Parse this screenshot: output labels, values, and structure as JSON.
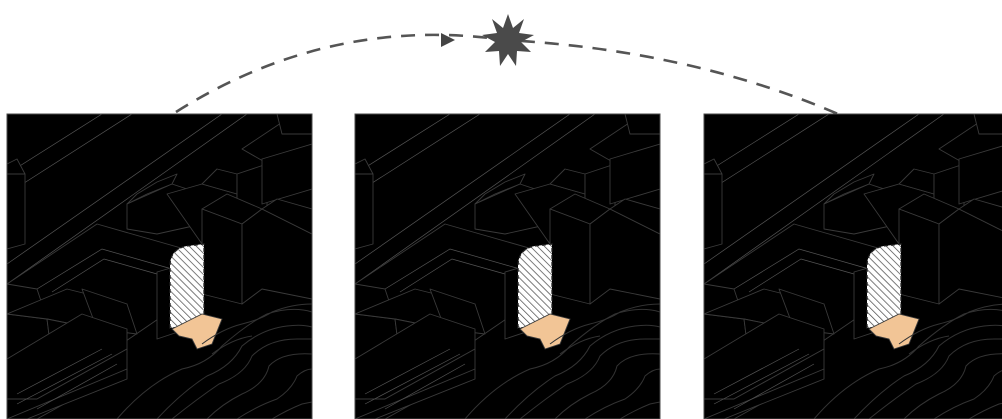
{
  "diagram": {
    "panels": [
      {
        "id": "morning",
        "light_level": 0.25
      },
      {
        "id": "noon",
        "light_level": 1.0
      },
      {
        "id": "evening",
        "light_level": 0.45
      }
    ],
    "sun_icon": "sun-icon",
    "arc_arrow_icon": "arrow-right-icon",
    "colors": {
      "site_plaza": "#f2c596",
      "sun": "#4a4a4a",
      "shadow_dark": "#c6c6c6",
      "shadow_mid": "#d4d4d4",
      "shadow_light": "#e2e2e2",
      "lit": "#ffffff"
    }
  }
}
